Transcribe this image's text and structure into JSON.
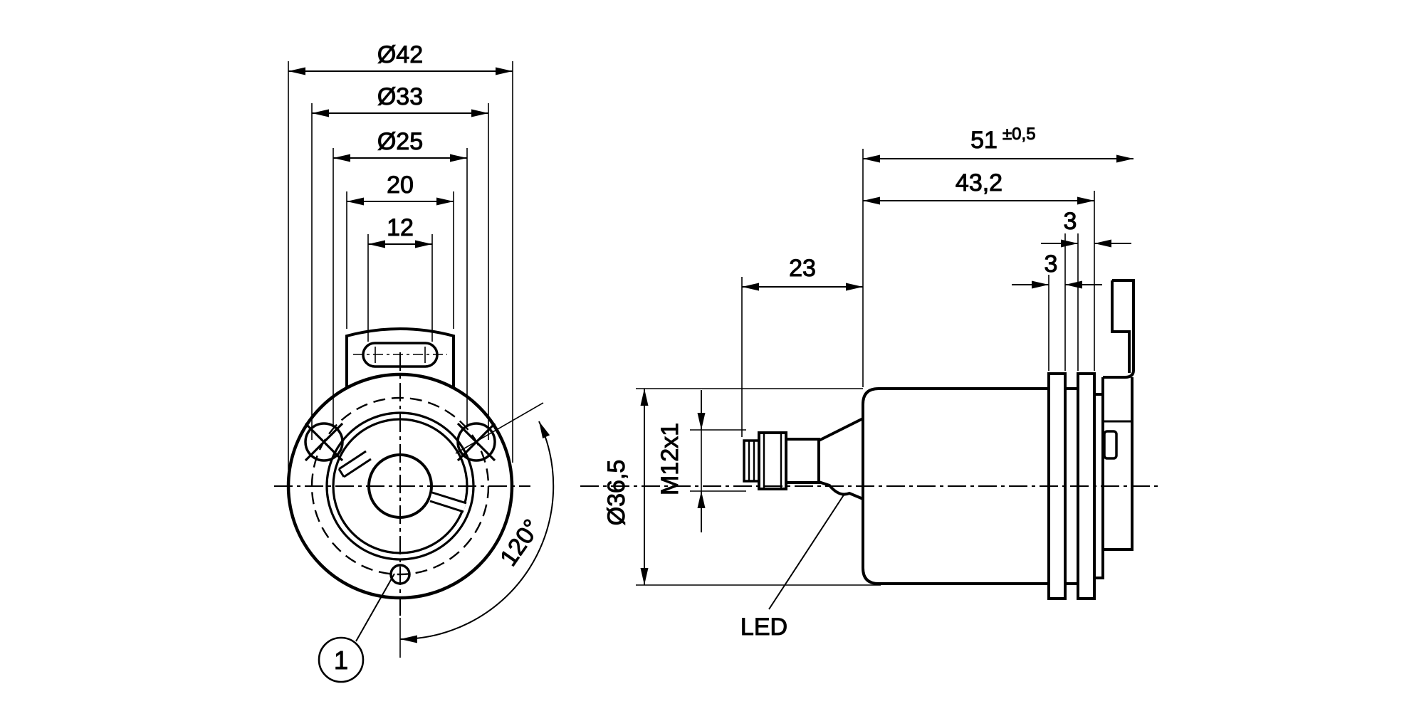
{
  "front_view": {
    "dim_42": "Ø42",
    "dim_33": "Ø33",
    "dim_25": "Ø25",
    "dim_20": "20",
    "dim_12": "12",
    "angle_120": "120°",
    "balloon_1": "1"
  },
  "side_view": {
    "dim_51_value": "51",
    "dim_51_tolerance": "±0,5",
    "dim_43_2": "43,2",
    "dim_23": "23",
    "dim_3_upper": "3",
    "dim_3_lower": "3",
    "dim_dia_36_5": "Ø36,5",
    "thread_m12": "M12x1",
    "led_label": "LED"
  },
  "colors": {
    "line": "#000000",
    "background": "#ffffff"
  }
}
